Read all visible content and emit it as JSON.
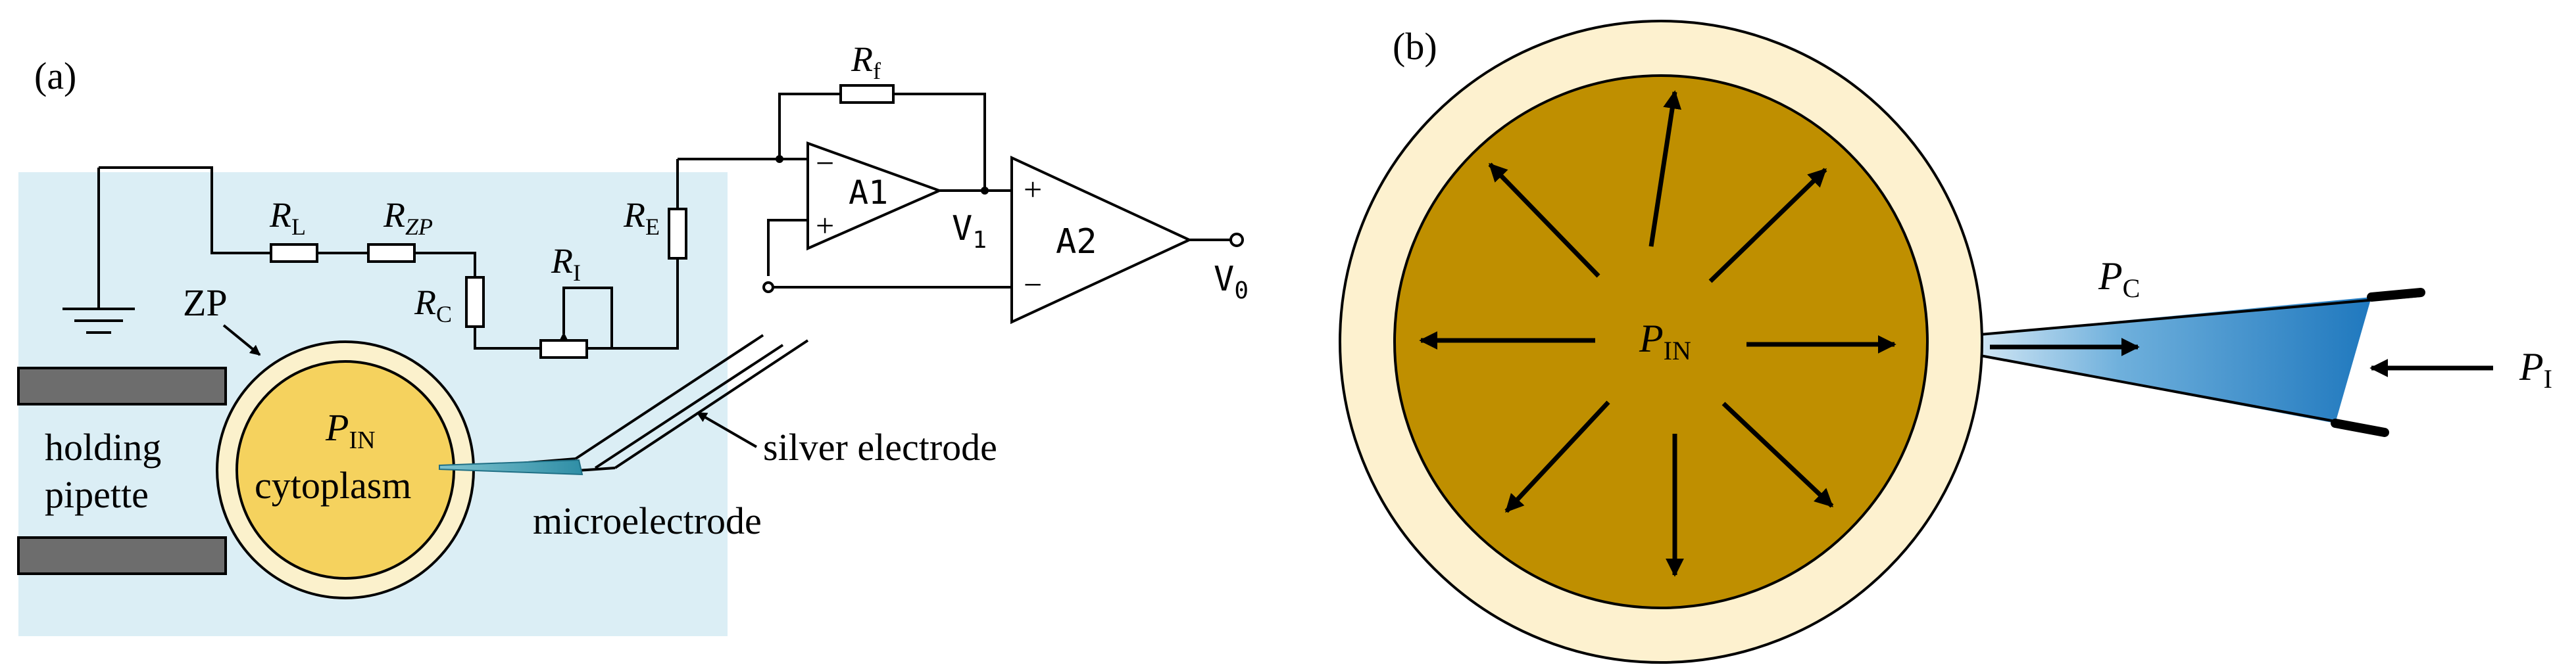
{
  "colors": {
    "region_bg": "#dbeef5",
    "cell_fill": "#f5d25e",
    "zona_fill": "#fbf1cc",
    "pipette_gray": "#6d6d6d",
    "tip_blue": "#2a85c4",
    "cytoplasm_brown": "#bf8f00",
    "zona_cream_b": "#fdf1cf"
  },
  "panel_a": {
    "tag": "(a)",
    "resistors": {
      "rf": {
        "main": "R",
        "sub": "f"
      },
      "rl": {
        "main": "R",
        "sub": "L"
      },
      "rzp": {
        "main": "R",
        "sub": "ZP"
      },
      "re": {
        "main": "R",
        "sub": "E"
      },
      "ri": {
        "main": "R",
        "sub": "I"
      },
      "rc": {
        "main": "R",
        "sub": "C"
      }
    },
    "amp1": {
      "label": "A1",
      "minus": "−",
      "plus": "+"
    },
    "amp2": {
      "label": "A2",
      "plus": "+",
      "minus": "−"
    },
    "v1": {
      "main": "V",
      "sub": "1"
    },
    "v0": {
      "main": "V",
      "sub": "0"
    },
    "zp_label": "ZP",
    "holding_pipette": [
      "holding",
      "pipette"
    ],
    "pin": {
      "main": "P",
      "sub": "IN"
    },
    "cytoplasm": "cytoplasm",
    "silver_electrode": "silver electrode",
    "microelectrode": "microelectrode"
  },
  "panel_b": {
    "tag": "(b)",
    "pin": {
      "main": "P",
      "sub": "IN"
    },
    "pc": {
      "main": "P",
      "sub": "C"
    },
    "pi": {
      "main": "P",
      "sub": "I"
    }
  }
}
